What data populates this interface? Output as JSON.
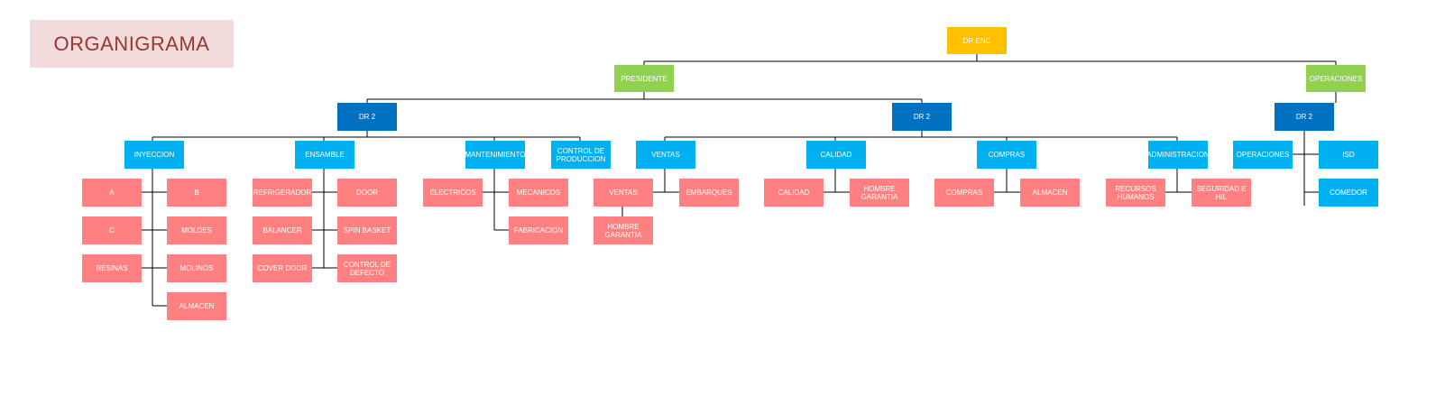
{
  "title": "ORGANIGRAMA",
  "colors": {
    "top": "#ffc000",
    "green": "#92d050",
    "dark_blue": "#0070c0",
    "light_blue": "#00b0f0",
    "pink": "#ff8080",
    "title_bg": "#f2dcdb",
    "title_text": "#953735",
    "connector": "#000000"
  },
  "nodes": {
    "dr_enc": "DR ENC",
    "presidente": "PRESIDENTE",
    "operaciones_top": "OPERACIONES",
    "dr2_left": "DR 2",
    "dr2_mid": "DR 2",
    "dr2_right": "DR 2",
    "inyeccion": "INYECCION",
    "ensamble": "ENSAMBLE",
    "mantenimiento": "MANTENIMIENTO",
    "control_produccion": "CONTROL DE PRODUCCION",
    "ventas_dept": "VENTAS",
    "calidad_dept": "CALIDAD",
    "compras_dept": "COMPRAS",
    "administracion": "ADMINISTRACION",
    "operaciones_sub": "OPERACIONES",
    "isd": "ISD",
    "comedor": "COMEDOR",
    "a": "A",
    "b": "B",
    "c": "C",
    "moldes": "MOLDES",
    "resinas": "RESINAS",
    "molinos": "MOLINOS",
    "almacen_iny": "ALMACEN",
    "refrigerador": "REFRIGERADOR",
    "door": "DOOR",
    "balancer": "BALANCER",
    "spin_basket": "SPIN BASKET",
    "cover_door": "COVER DOOR",
    "control_defecto": "CONTROL DE DEFECTO",
    "electricos": "ELECTRICOS",
    "mecanicos": "MECANICOS",
    "fabricacion": "FABRICACION",
    "ventas_sub": "VENTAS",
    "embarques": "EMBARQUES",
    "hombre_garantia_v": "HOMBRE GARANTIA",
    "calidad_sub": "CALIDAD",
    "hombre_garantia_c": "HOMBRE GARANTIA",
    "compras_sub": "COMPRAS",
    "almacen_comp": "ALMACEN",
    "recursos_humanos": "RECURSOS HUMANOS",
    "seguridad": "SEGURIDAD E H/L"
  }
}
